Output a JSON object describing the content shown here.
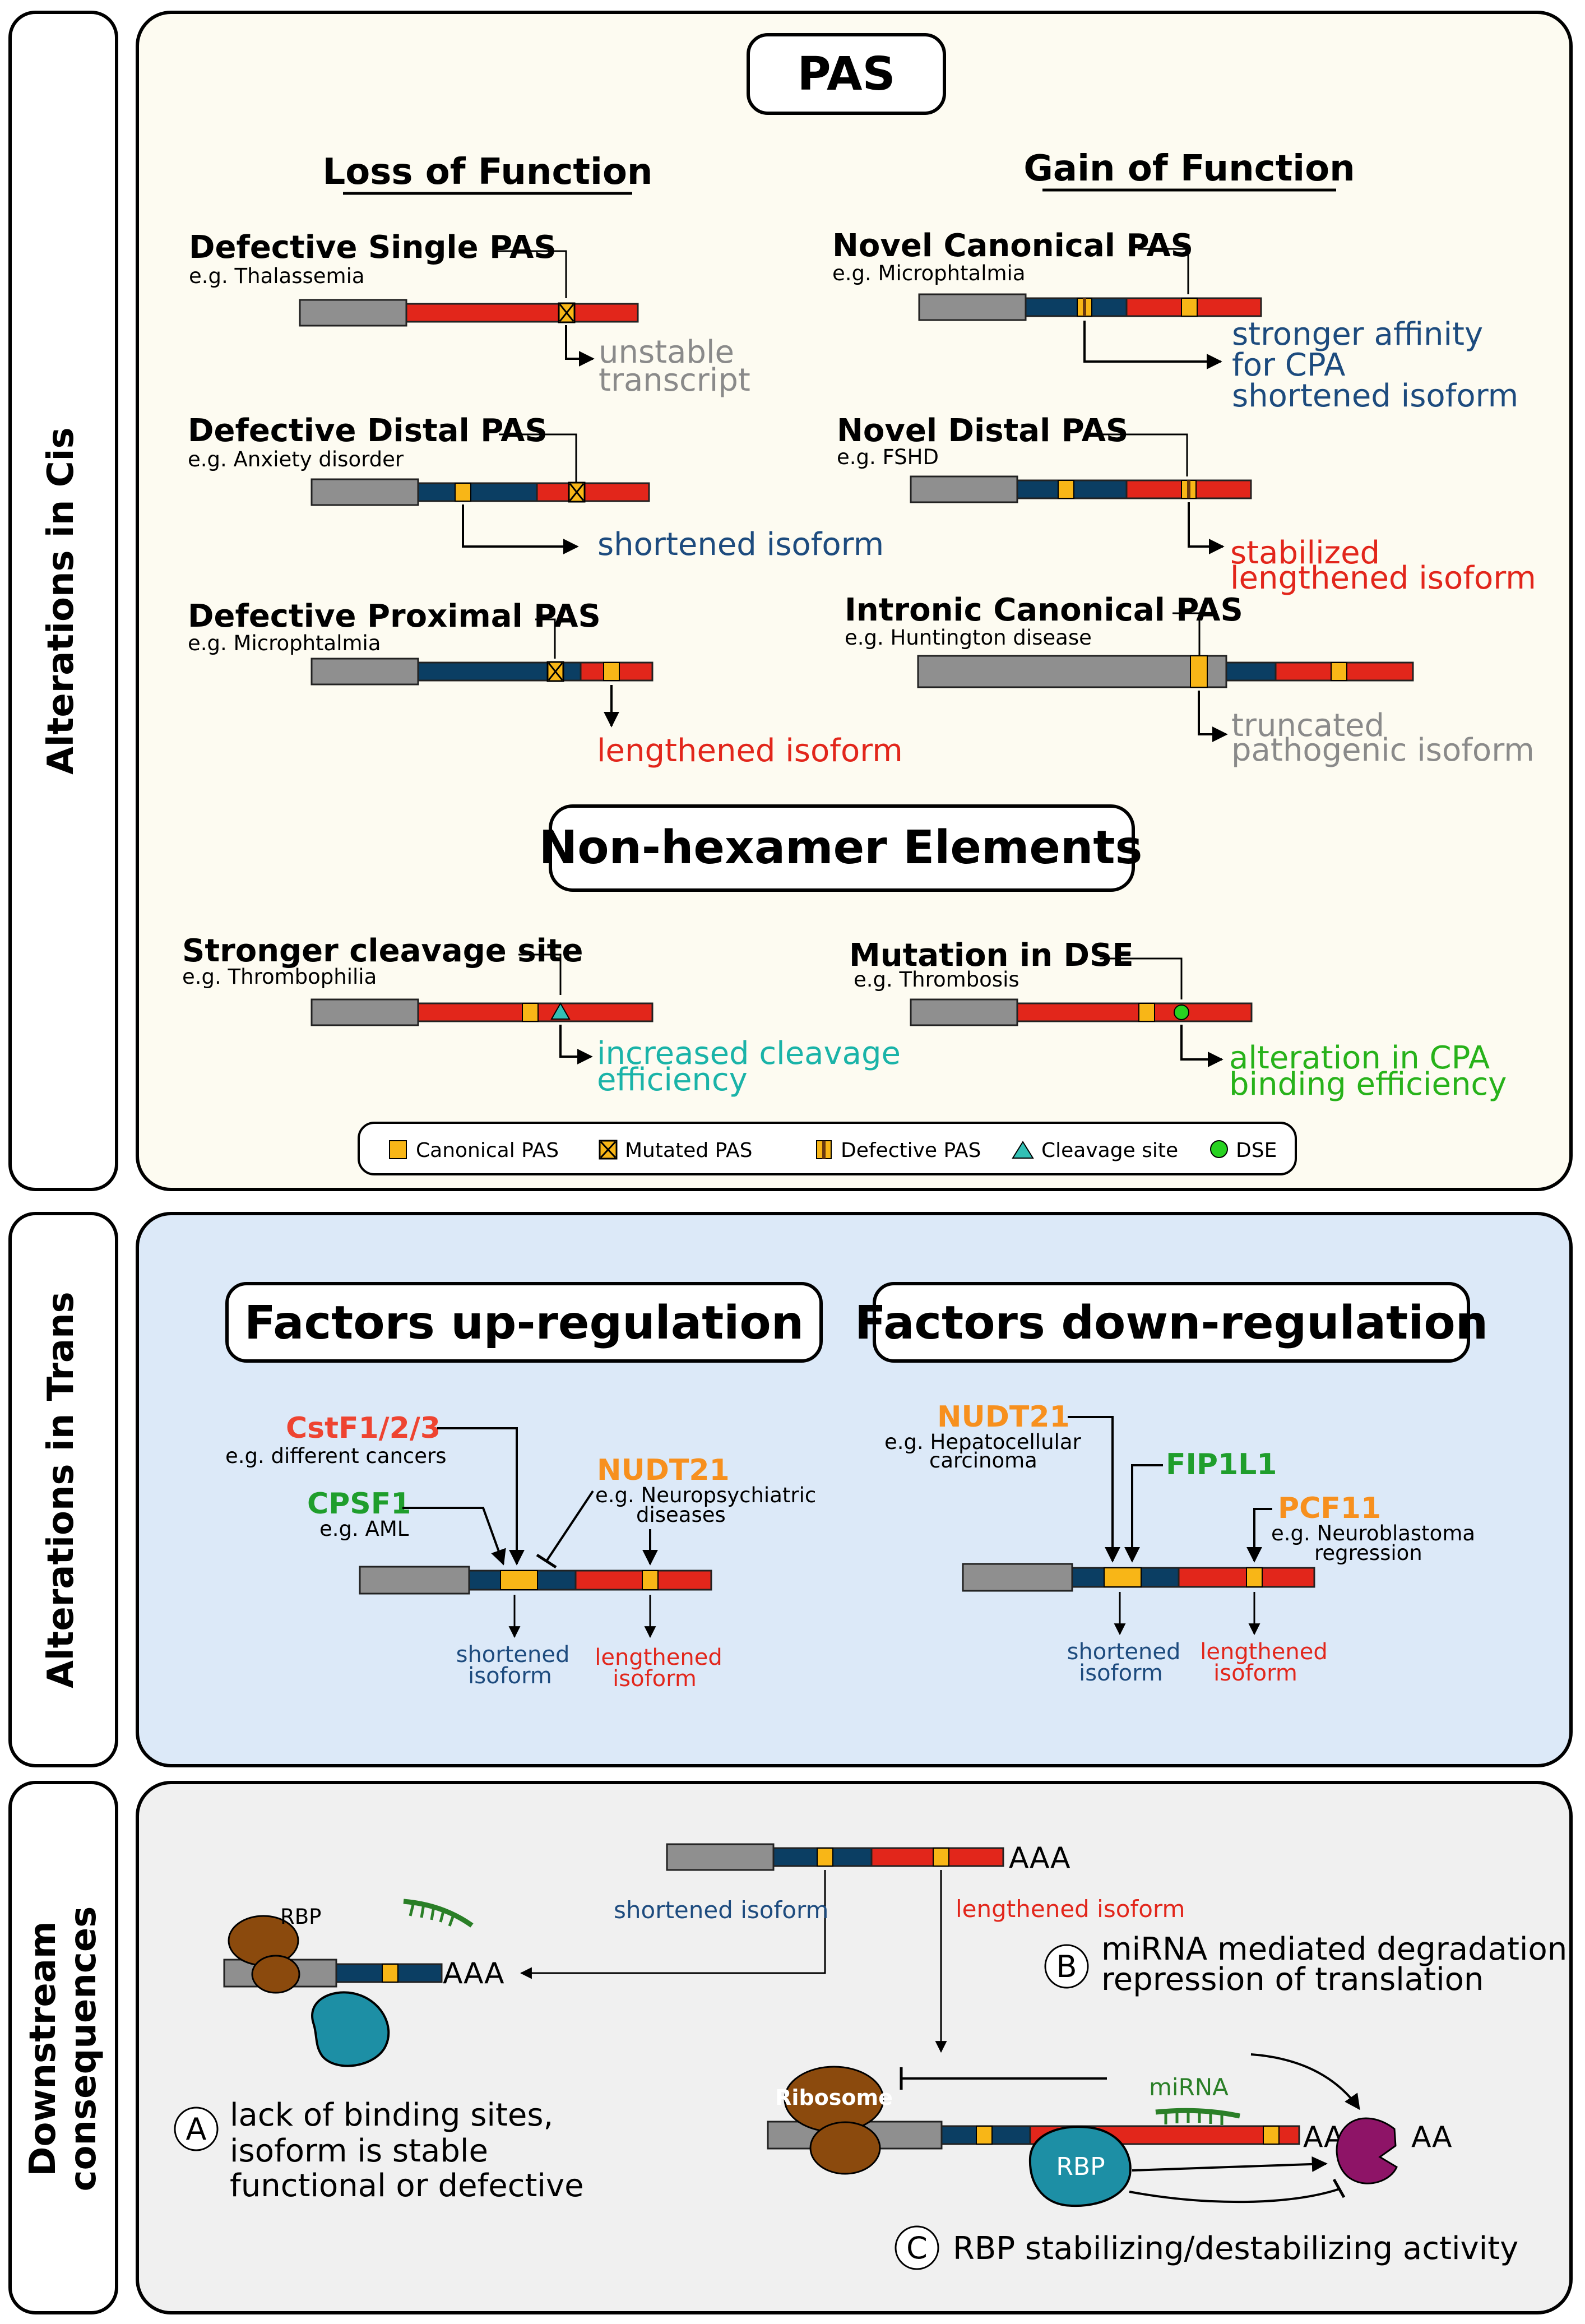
{
  "colors": {
    "gray": "#8f8f8f",
    "blue": "#0b3e63",
    "red": "#e2261b",
    "pas": "#f8b617",
    "cleavage": "#33c0b5",
    "dse": "#27d220",
    "res_gray": "#8a8a8a",
    "res_blue": "#1d4b7e",
    "res_red": "#e2261b",
    "res_teal": "#1ab3a8",
    "res_green": "#27b21a",
    "orange": "#f7901e",
    "trans_red": "#ee4431",
    "trans_green": "#1f9e2c",
    "panel_cis": "#fdfbf1",
    "panel_trans": "#dce9f8",
    "panel_down": "#f0f0f0",
    "ribosome": "#8b4a0d",
    "rbp": "#1d8fa5",
    "mirna": "#2a7f27",
    "enzyme": "#8e1467"
  },
  "sides": {
    "cis": "Alterations in Cis",
    "trans": "Alterations in Trans",
    "down1": "Downstream",
    "down2": "consequences"
  },
  "cis": {
    "pas_title": "PAS",
    "loss_title": "Loss of Function",
    "gain_title": "Gain of Function",
    "nonhex_title": "Non-hexamer Elements",
    "items": [
      {
        "name": "Defective Single PAS",
        "eg": "e.g. Thalassemia",
        "result": [
          "unstable",
          "transcript"
        ]
      },
      {
        "name": "Defective Distal PAS",
        "eg": "e.g. Anxiety disorder",
        "result": [
          "shortened isoform"
        ]
      },
      {
        "name": "Defective Proximal PAS",
        "eg": "e.g. Microphtalmia",
        "result": [
          "lengthened isoform"
        ]
      },
      {
        "name": "Novel Canonical PAS",
        "eg": "e.g. Microphtalmia",
        "result": [
          "stronger affinity",
          "for CPA",
          "shortened isoform"
        ]
      },
      {
        "name": "Novel Distal PAS",
        "eg": "e.g. FSHD",
        "result": [
          "stabilized",
          "lengthened isoform"
        ]
      },
      {
        "name": "Intronic Canonical PAS",
        "eg": "e.g. Huntington disease",
        "result": [
          "truncated",
          "pathogenic isoform"
        ]
      },
      {
        "name": "Stronger cleavage site",
        "eg": "e.g. Thrombophilia",
        "result": [
          "increased cleavage",
          "efficiency"
        ]
      },
      {
        "name": "Mutation in DSE",
        "eg": "e.g. Thrombosis",
        "result": [
          "alteration in CPA",
          "binding efficiency"
        ]
      }
    ],
    "legend": {
      "canonical": "Canonical PAS",
      "mutated": "Mutated PAS",
      "defective": "Defective PAS",
      "cleavage": "Cleavage site",
      "dse": "DSE"
    }
  },
  "trans": {
    "up_title": "Factors up-regulation",
    "down_title": "Factors down-regulation",
    "up": {
      "cstf": {
        "name": "CstF1/2/3",
        "eg": "e.g. different cancers"
      },
      "cpsf": {
        "name": "CPSF1",
        "eg": "e.g. AML"
      },
      "nudt": {
        "name": "NUDT21",
        "eg": [
          "e.g. Neuropsychiatric",
          "diseases"
        ]
      },
      "shortened": [
        "shortened",
        "isoform"
      ],
      "lengthened": [
        "lengthened",
        "isoform"
      ]
    },
    "down": {
      "nudt": {
        "name": "NUDT21",
        "eg": [
          "e.g. Hepatocellular",
          "carcinoma"
        ]
      },
      "fip": {
        "name": "FIP1L1"
      },
      "pcf": {
        "name": "PCF11",
        "eg": [
          "e.g. Neuroblastoma",
          "regression"
        ]
      },
      "shortened": [
        "shortened",
        "isoform"
      ],
      "lengthened": [
        "lengthened",
        "isoform"
      ]
    }
  },
  "down": {
    "aaa": "AAA",
    "aa": "AA",
    "shortened_label": "shortened isoform",
    "lengthened_label": "lengthened isoform",
    "rbp_small": "RBP",
    "ribosome": "Ribosome",
    "rbp": "RBP",
    "mirna": "miRNA",
    "A": {
      "letter": "A",
      "lines": [
        "lack of binding sites,",
        "isoform is stable",
        "functional or defective"
      ]
    },
    "B": {
      "letter": "B",
      "lines": [
        "miRNA mediated degradation",
        "repression of translation"
      ]
    },
    "C": {
      "letter": "C",
      "lines": [
        "RBP stabilizing/destabilizing activity"
      ]
    }
  }
}
